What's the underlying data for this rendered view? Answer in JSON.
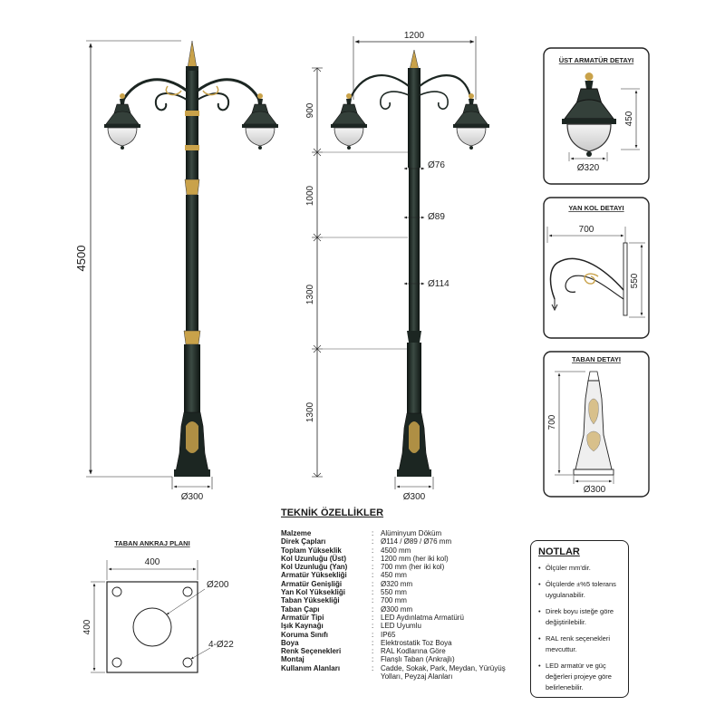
{
  "dimensions": {
    "total_height": "4500",
    "arm_span": "1200",
    "segment_top": "900",
    "segment_2": "1000",
    "segment_3": "1300",
    "segment_base": "1300",
    "dia_top": "Ø76",
    "dia_mid": "Ø89",
    "dia_low": "Ø114",
    "base_dia_left": "Ø300",
    "base_dia_right": "Ø300"
  },
  "detail_top": {
    "title": "ÜST ARMATÜR DETAYI",
    "height": "450",
    "width": "Ø320"
  },
  "detail_arm": {
    "title": "YAN KOL DETAYI",
    "width": "700",
    "height": "550"
  },
  "detail_base": {
    "title": "TABAN DETAYI",
    "height": "700",
    "width": "Ø300"
  },
  "anchor_plan": {
    "title": "TABAN ANKRAJ PLANI",
    "width": "400",
    "height": "400",
    "center_hole": "Ø200",
    "bolt_holes": "4-Ø22"
  },
  "spec": {
    "title": "TEKNİK ÖZELLİKLER",
    "rows": [
      {
        "key": "Malzeme",
        "value": "Alüminyum Döküm"
      },
      {
        "key": "Direk Çapları",
        "value": "Ø114 / Ø89 / Ø76 mm"
      },
      {
        "key": "Toplam Yükseklik",
        "value": "4500 mm"
      },
      {
        "key": "Kol Uzunluğu (Üst)",
        "value": "1200 mm (her iki kol)"
      },
      {
        "key": "Kol Uzunluğu (Yan)",
        "value": "700 mm (her iki kol)"
      },
      {
        "key": "Armatür Yüksekliği",
        "value": "450 mm"
      },
      {
        "key": "Armatür Genişliği",
        "value": "Ø320 mm"
      },
      {
        "key": "Yan Kol Yüksekliği",
        "value": "550 mm"
      },
      {
        "key": "Taban Yüksekliği",
        "value": "700 mm"
      },
      {
        "key": "Taban Çapı",
        "value": "Ø300 mm"
      },
      {
        "key": "Armatür Tipi",
        "value": "LED Aydınlatma Armatürü"
      },
      {
        "key": "Işık Kaynağı",
        "value": "LED Uyumlu"
      },
      {
        "key": "Koruma Sınıfı",
        "value": "IP65"
      },
      {
        "key": "Boya",
        "value": "Elektrostatik Toz Boya"
      },
      {
        "key": "Renk Seçenekleri",
        "value": "RAL Kodlarına Göre"
      },
      {
        "key": "Montaj",
        "value": "Flanşlı Taban (Ankrajlı)"
      },
      {
        "key": "Kullanım Alanları",
        "value": "Cadde, Sokak, Park, Meydan, Yürüyüş Yolları, Peyzaj Alanları"
      }
    ]
  },
  "notes": {
    "title": "NOTLAR",
    "items": [
      "Ölçüler mm'dir.",
      "Ölçülerde ±%5 tolerans uygulanabilir.",
      "Direk boyu isteğe göre değiştirilebilir.",
      "RAL renk seçenekleri mevcuttur.",
      "LED armatür ve güç değerleri projeye göre belirlenebilir."
    ]
  },
  "colors": {
    "pole": "#1c2622",
    "gold": "#c9a24a",
    "line": "#222222"
  }
}
